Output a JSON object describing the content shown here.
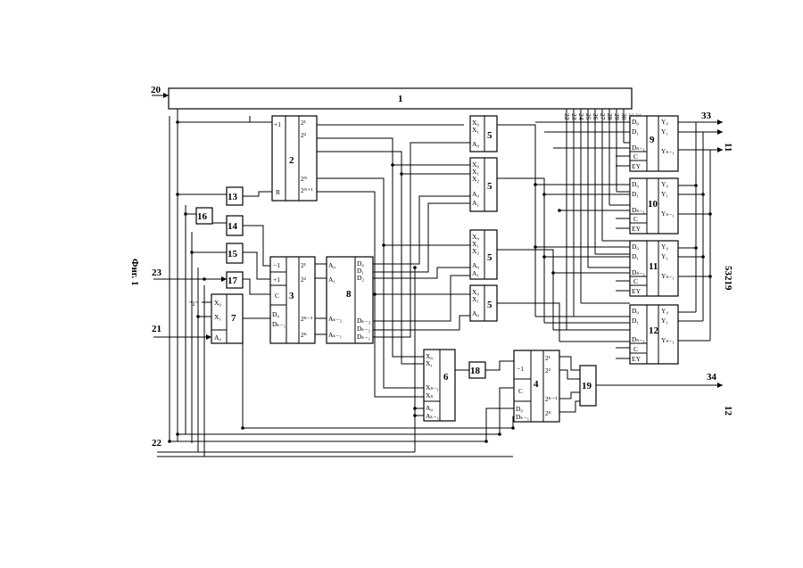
{
  "figure": {
    "caption": "Фиг. 1",
    "side_number": "53219"
  },
  "signals": {
    "in_20": "20",
    "in_23": "23",
    "in_21": "21",
    "in_22": "22",
    "out_33": "33",
    "out_34": "34",
    "out_11": "11",
    "out_12": "12",
    "const_1": "\"1\""
  },
  "blocks": {
    "b1": "1",
    "b2": "2",
    "b3": "3",
    "b4": "4",
    "b5a": "5",
    "b5b": "5",
    "b5c": "5",
    "b5d": "5",
    "b6": "6",
    "b7": "7",
    "b8": "8",
    "b9": "9",
    "b10": "10",
    "b11": "11",
    "b12": "12",
    "b13": "13",
    "b14": "14",
    "b15": "15",
    "b16": "16",
    "b17": "17",
    "b18": "18",
    "b19": "19"
  },
  "bus_labels": [
    "22",
    "23",
    "24",
    "25",
    "26",
    "27",
    "28",
    "29",
    "30",
    "31",
    "32"
  ],
  "pins": {
    "b2": {
      "in1": "+1",
      "in2": "R",
      "o1": "2¹",
      "o2": "2²",
      "o3": "2ᴺ",
      "o4": "2ᴺ⁺¹"
    },
    "b3": {
      "in1": "−1",
      "in2": "+1",
      "in3": "C",
      "in4": "D₀",
      "in5": "Dₖ₋₁",
      "o1": "2¹",
      "o2": "2²",
      "o3": "2ᴷ⁻¹",
      "o4": "2ᴷ"
    },
    "b4": {
      "in1": "−1",
      "in2": "C",
      "in3": "D₀",
      "in4": "Dₖ₋₁",
      "o1": "2¹",
      "o2": "2²",
      "o3": "2ᴷ⁻¹",
      "o4": "2ᴷ"
    },
    "b7": {
      "in1": "X₀",
      "in2": "X₁",
      "in3": "A₀"
    },
    "b8": {
      "a0": "A₀",
      "a1": "A₁",
      "a2": "Aₖ₋₂",
      "a3": "Aₖ₋₁",
      "d0": "D₀",
      "d1": "D₁",
      "d2": "D₂",
      "d3": "Dₖ₋₃",
      "d4": "Dₖ₋₂",
      "d5": "Dₖ₋₁"
    },
    "mux5a": {
      "x0": "X₀",
      "x1": "X₁",
      "a0": "A₀"
    },
    "mux5b": {
      "x0": "X₀",
      "x1": "X₁",
      "x2": "X₂",
      "a0": "A₀",
      "a1": "A₁"
    },
    "mux6": {
      "x0": "X₀",
      "x1": "X₁",
      "xn1": "Xₙ₋₁",
      "xn": "Xₙ",
      "a0": "A₀",
      "ak": "Aₖ₋₁"
    },
    "reg": {
      "d0": "D₀",
      "d1": "D₁",
      "dn": "Dₙ₋₁",
      "c": "C",
      "ey": "EY",
      "y0": "Y₀",
      "y1": "Y₁",
      "yn": "Yₙ₋₁"
    }
  }
}
